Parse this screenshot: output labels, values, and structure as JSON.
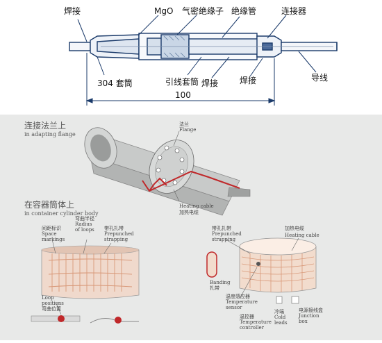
{
  "cable_diagram": {
    "labels": {
      "weld_left": "焊接",
      "mgo": "MgO",
      "hermetic_insulator": "气密绝缘子",
      "insulating_tube": "绝缘管",
      "connector": "连接器",
      "sleeve_304": "304 套筒",
      "lead_sleeve": "引线套筒",
      "weld_mid": "焊接",
      "weld_right": "焊接",
      "lead_wire": "导线",
      "dimension": "100"
    }
  },
  "installation_diagram": {
    "flange": {
      "title_cn": "连接法兰上",
      "title_en": "in adapting flange",
      "flange_cn": "法兰",
      "flange_en": "Flange",
      "cable_en": "Heating cable",
      "cable_cn": "加热电缆"
    },
    "cylinder": {
      "title_cn": "在容器筒体上",
      "title_en": "in container cylinder body",
      "space_cn": "间距标识",
      "space_en1": "Space",
      "space_en2": "markings",
      "radius_cn": "弯曲半径",
      "radius_en1": "Radius",
      "radius_en2": "of loops",
      "strap_cn": "带孔扎带",
      "strap_en1": "Prepunched",
      "strap_en2": "strapping",
      "loop_en1": "Loop",
      "loop_en2": "positions",
      "loop_cn": "弯曲位置"
    },
    "tank": {
      "strap_cn": "带孔扎带",
      "strap_en1": "Prepunched",
      "strap_en2": "strapping",
      "cable_cn": "加热电缆",
      "cable_en": "Heating cable",
      "banding_en": "Banding",
      "banding_cn": "扎带",
      "sensor_cn": "温度感应器",
      "sensor_en1": "Temperature",
      "sensor_en2": "sensor",
      "controller_cn": "温控器",
      "controller_en1": "Temperature",
      "controller_en2": "controller",
      "cold_cn": "冷端",
      "cold_en1": "Cold",
      "cold_en2": "leads",
      "junction_cn": "电源接线盒",
      "junction_en1": "Junction",
      "junction_en2": "box"
    }
  }
}
